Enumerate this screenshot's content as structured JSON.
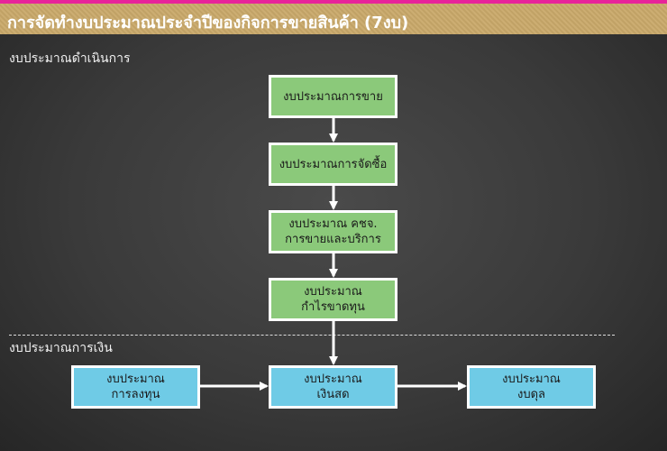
{
  "header": {
    "title": "การจัดทำงบประมาณประจำปีของกิจการขายสินค้า (7งบ)"
  },
  "sections": {
    "operating": "งบประมาณดำเนินการ",
    "financial": "งบประมาณการเงิน"
  },
  "boxes": {
    "sales": [
      "งบประมาณการขาย"
    ],
    "purchasing": [
      "งบประมาณการจัดซื้อ"
    ],
    "expenses": [
      "งบประมาณ คชจ.",
      "การขายและบริการ"
    ],
    "profit": [
      "งบประมาณ",
      "กำไรขาดทุน"
    ],
    "investment": [
      "งบประมาณ",
      "การลงทุน"
    ],
    "cash": [
      "งบประมาณ",
      "เงินสด"
    ],
    "balance": [
      "งบประมาณ",
      "งบดุล"
    ]
  },
  "colors": {
    "accent_line": "#e8239a",
    "title_bar": "#c9a96a",
    "operating_box": "#8bc97a",
    "financial_box": "#6fcbe6"
  }
}
